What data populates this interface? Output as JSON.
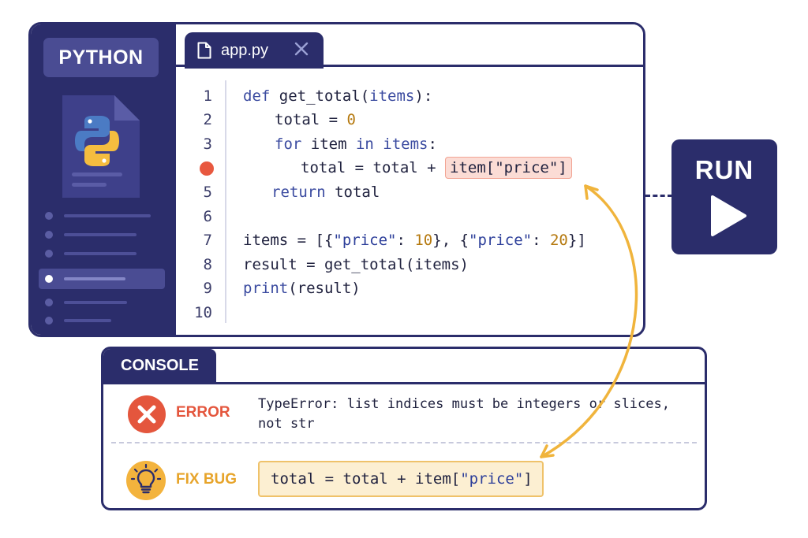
{
  "sidebar": {
    "language_badge": "PYTHON"
  },
  "editor": {
    "tab": {
      "label": "app.py",
      "close_icon": "close-icon"
    },
    "breakpoint_line": 4,
    "line_numbers": [
      "1",
      "2",
      "3",
      "",
      "5",
      "6",
      "7",
      "8",
      "9",
      "10"
    ],
    "code": {
      "l1": {
        "kw": "def",
        "rest": " get_total(",
        "param": "items",
        "end": "):"
      },
      "l2": {
        "text": "total = ",
        "num": "0"
      },
      "l3": {
        "kw": "for",
        "mid": " item ",
        "kw2": "in",
        "param": " items",
        "end": ":"
      },
      "l4": {
        "text": "total = total + ",
        "highlight": "item[\"price\"]"
      },
      "l5": {
        "kw": "return",
        "rest": " total"
      },
      "l7": {
        "a": "items = [{",
        "s1": "\"price\"",
        "b": ": ",
        "n1": "10",
        "c": "}, {",
        "s2": "\"price\"",
        "d": ": ",
        "n2": "20",
        "e": "}]"
      },
      "l8": {
        "text": "result = get_total(items)"
      },
      "l9": {
        "kw": "print",
        "rest": "(result)"
      }
    }
  },
  "run_button": {
    "label": "RUN"
  },
  "console": {
    "tab_label": "CONSOLE",
    "error": {
      "label": "ERROR",
      "message": "TypeError: list indices must be integers or slices, not str",
      "color": "#e4563d"
    },
    "fix": {
      "label": "FIX BUG",
      "code_prefix": "total = total + item[",
      "code_string": "\"price\"",
      "code_suffix": "]",
      "color": "#e7a42a"
    }
  },
  "colors": {
    "navy": "#2b2d6b",
    "breakpoint": "#e8583f",
    "arrow": "#f0b43c"
  }
}
